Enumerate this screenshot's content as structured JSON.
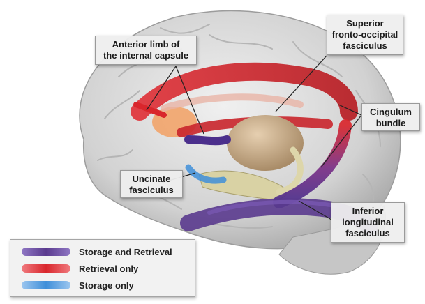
{
  "labels": {
    "anterior_limb": "Anterior limb of\nthe internal capsule",
    "superior_fof": "Superior\nfronto-occipital\nfasciculus",
    "cingulum": "Cingulum\nbundle",
    "uncinate": "Uncinate\nfasciculus",
    "ilf": "Inferior\nlongitudinal\nfasciculus"
  },
  "legend": {
    "items": [
      {
        "label": "Storage and Retrieval",
        "color": "#6a3f9a"
      },
      {
        "label": "Retrieval only",
        "color": "#d9262c"
      },
      {
        "label": "Storage only",
        "color": "#3f8fd9"
      }
    ]
  },
  "colors": {
    "brain": "#d9d9d9",
    "brain_shadow": "#b0b0b0",
    "red_tract": "#d9262c",
    "purple_tract": "#5a3a8e",
    "blue_tract": "#3f8fd9",
    "thalamus": "#c9b08f",
    "orange_region": "#f2a46a"
  }
}
